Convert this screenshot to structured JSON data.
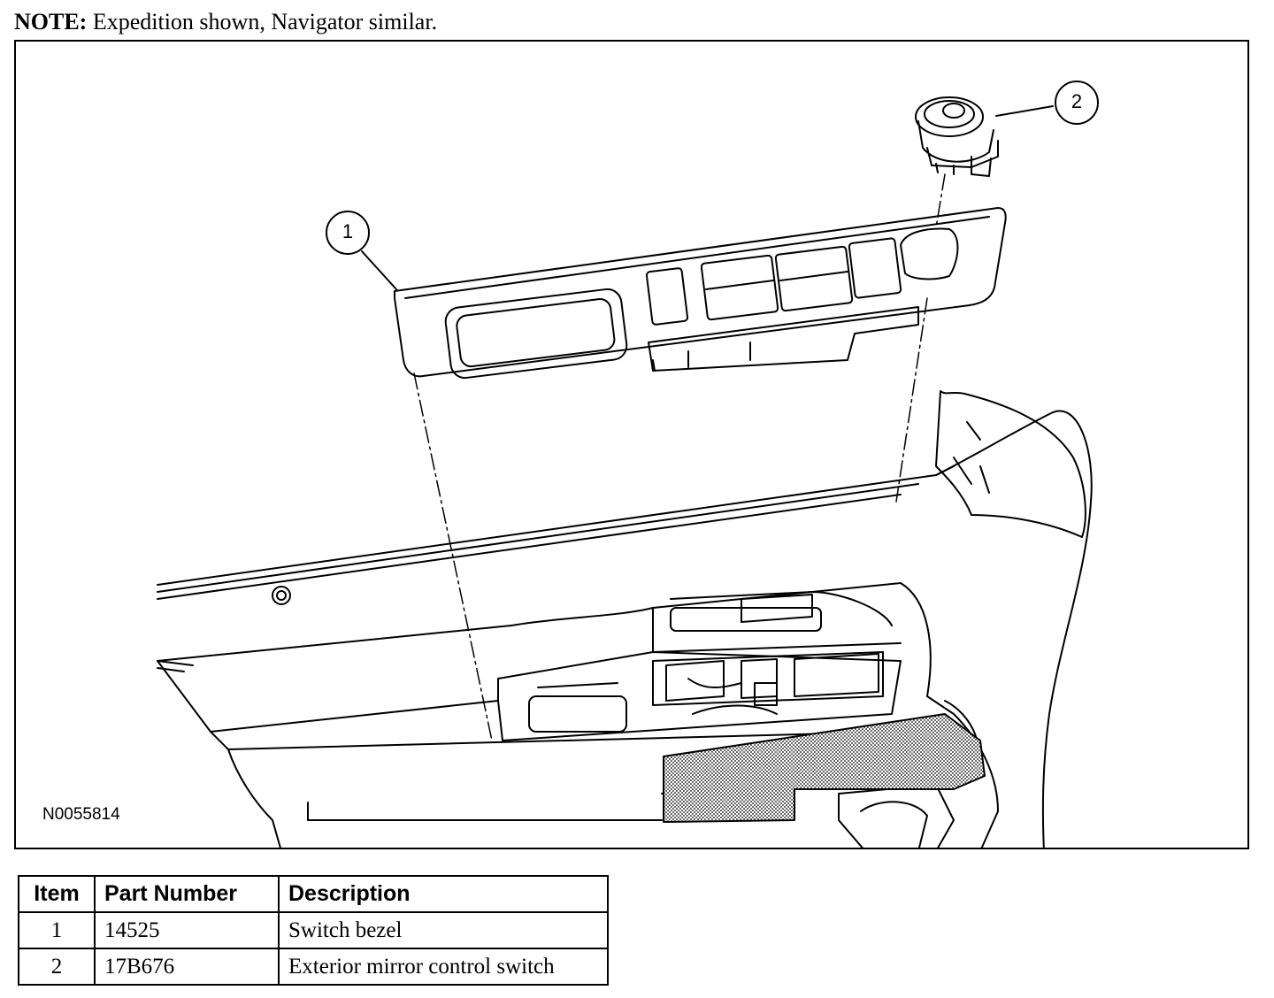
{
  "note": {
    "label": "NOTE:",
    "text": "Expedition shown, Navigator similar."
  },
  "figure": {
    "id": "N0055814",
    "callouts": [
      "1",
      "2"
    ]
  },
  "table": {
    "headers": [
      "Item",
      "Part Number",
      "Description"
    ],
    "rows": [
      {
        "item": "1",
        "part_number": "14525",
        "description": "Switch bezel"
      },
      {
        "item": "2",
        "part_number": "17B676",
        "description": "Exterior mirror control switch"
      }
    ]
  }
}
